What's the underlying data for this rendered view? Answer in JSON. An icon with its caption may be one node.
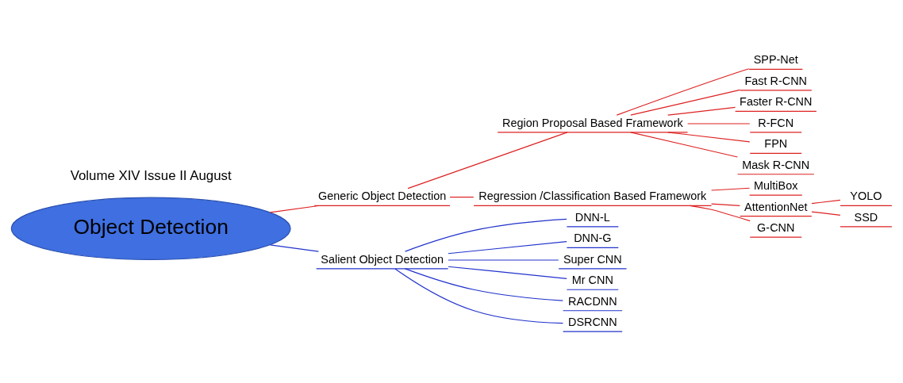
{
  "diagram": {
    "nodes": [
      {
        "text": [
          "Object Detection"
        ]
      },
      {
        "text": [
          "Generic Object Detection"
        ]
      },
      {
        "text": [
          "Region Proposal Based Framework"
        ]
      },
      {
        "text": [
          "SPP-Net"
        ]
      },
      {
        "text": [
          "Fast R-CNN"
        ]
      },
      {
        "text": [
          "Faster R-CNN"
        ]
      },
      {
        "text": [
          "R-FCN"
        ]
      },
      {
        "text": [
          "FPN"
        ]
      },
      {
        "text": [
          "Mask R-CNN"
        ]
      },
      {
        "text": [
          "Regression /Classification Based Framework"
        ]
      },
      {
        "text": [
          "MultiBox"
        ]
      },
      {
        "text": [
          "AttentionNet"
        ]
      },
      {
        "text": [
          "YOLO"
        ]
      },
      {
        "text": [
          "SSD"
        ]
      },
      {
        "text": [
          "G-CNN"
        ]
      },
      {
        "text": [
          "Salient Object Detection"
        ]
      },
      {
        "text": [
          "DNN-L"
        ]
      },
      {
        "text": [
          "DNN-G"
        ]
      },
      {
        "text": [
          "Super CNN"
        ]
      },
      {
        "text": [
          "Mr CNN"
        ]
      },
      {
        "text": [
          "RACDNN"
        ]
      },
      {
        "text": [
          "DSRCNN"
        ]
      }
    ],
    "edges": [
      {
        "from": 0,
        "to": 1,
        "arrow": "none"
      },
      {
        "from": 1,
        "to": 2,
        "arrow": "none"
      },
      {
        "from": 2,
        "to": 3,
        "arrow": "none"
      },
      {
        "from": 2,
        "to": 4,
        "arrow": "none"
      },
      {
        "from": 2,
        "to": 5,
        "arrow": "none"
      },
      {
        "from": 2,
        "to": 6,
        "arrow": "none"
      },
      {
        "from": 2,
        "to": 7,
        "arrow": "none"
      },
      {
        "from": 2,
        "to": 8,
        "arrow": "none"
      },
      {
        "from": 1,
        "to": 9,
        "arrow": "none"
      },
      {
        "from": 9,
        "to": 10,
        "arrow": "none"
      },
      {
        "from": 9,
        "to": 11,
        "arrow": "none"
      },
      {
        "from": 11,
        "to": 12,
        "arrow": "none"
      },
      {
        "from": 11,
        "to": 13,
        "arrow": "none"
      },
      {
        "from": 9,
        "to": 14,
        "arrow": "none"
      },
      {
        "from": 0,
        "to": 15,
        "arrow": "none",
        "color": "#2233cc"
      },
      {
        "from": 15,
        "to": 16,
        "arrow": "none",
        "color": "#2233cc"
      },
      {
        "from": 15,
        "to": 17,
        "arrow": "none",
        "color": "#2233cc"
      },
      {
        "from": 15,
        "to": 18,
        "arrow": "none",
        "color": "#2233cc"
      },
      {
        "from": 15,
        "to": 19,
        "arrow": "none",
        "color": "#2233cc"
      },
      {
        "from": 15,
        "to": 20,
        "arrow": "none",
        "color": "#2233cc"
      },
      {
        "from": 15,
        "to": 21,
        "arrow": "none",
        "color": "#2233cc"
      }
    ],
    "labels": [
      "Volume XIV Issue II August"
    ]
  }
}
